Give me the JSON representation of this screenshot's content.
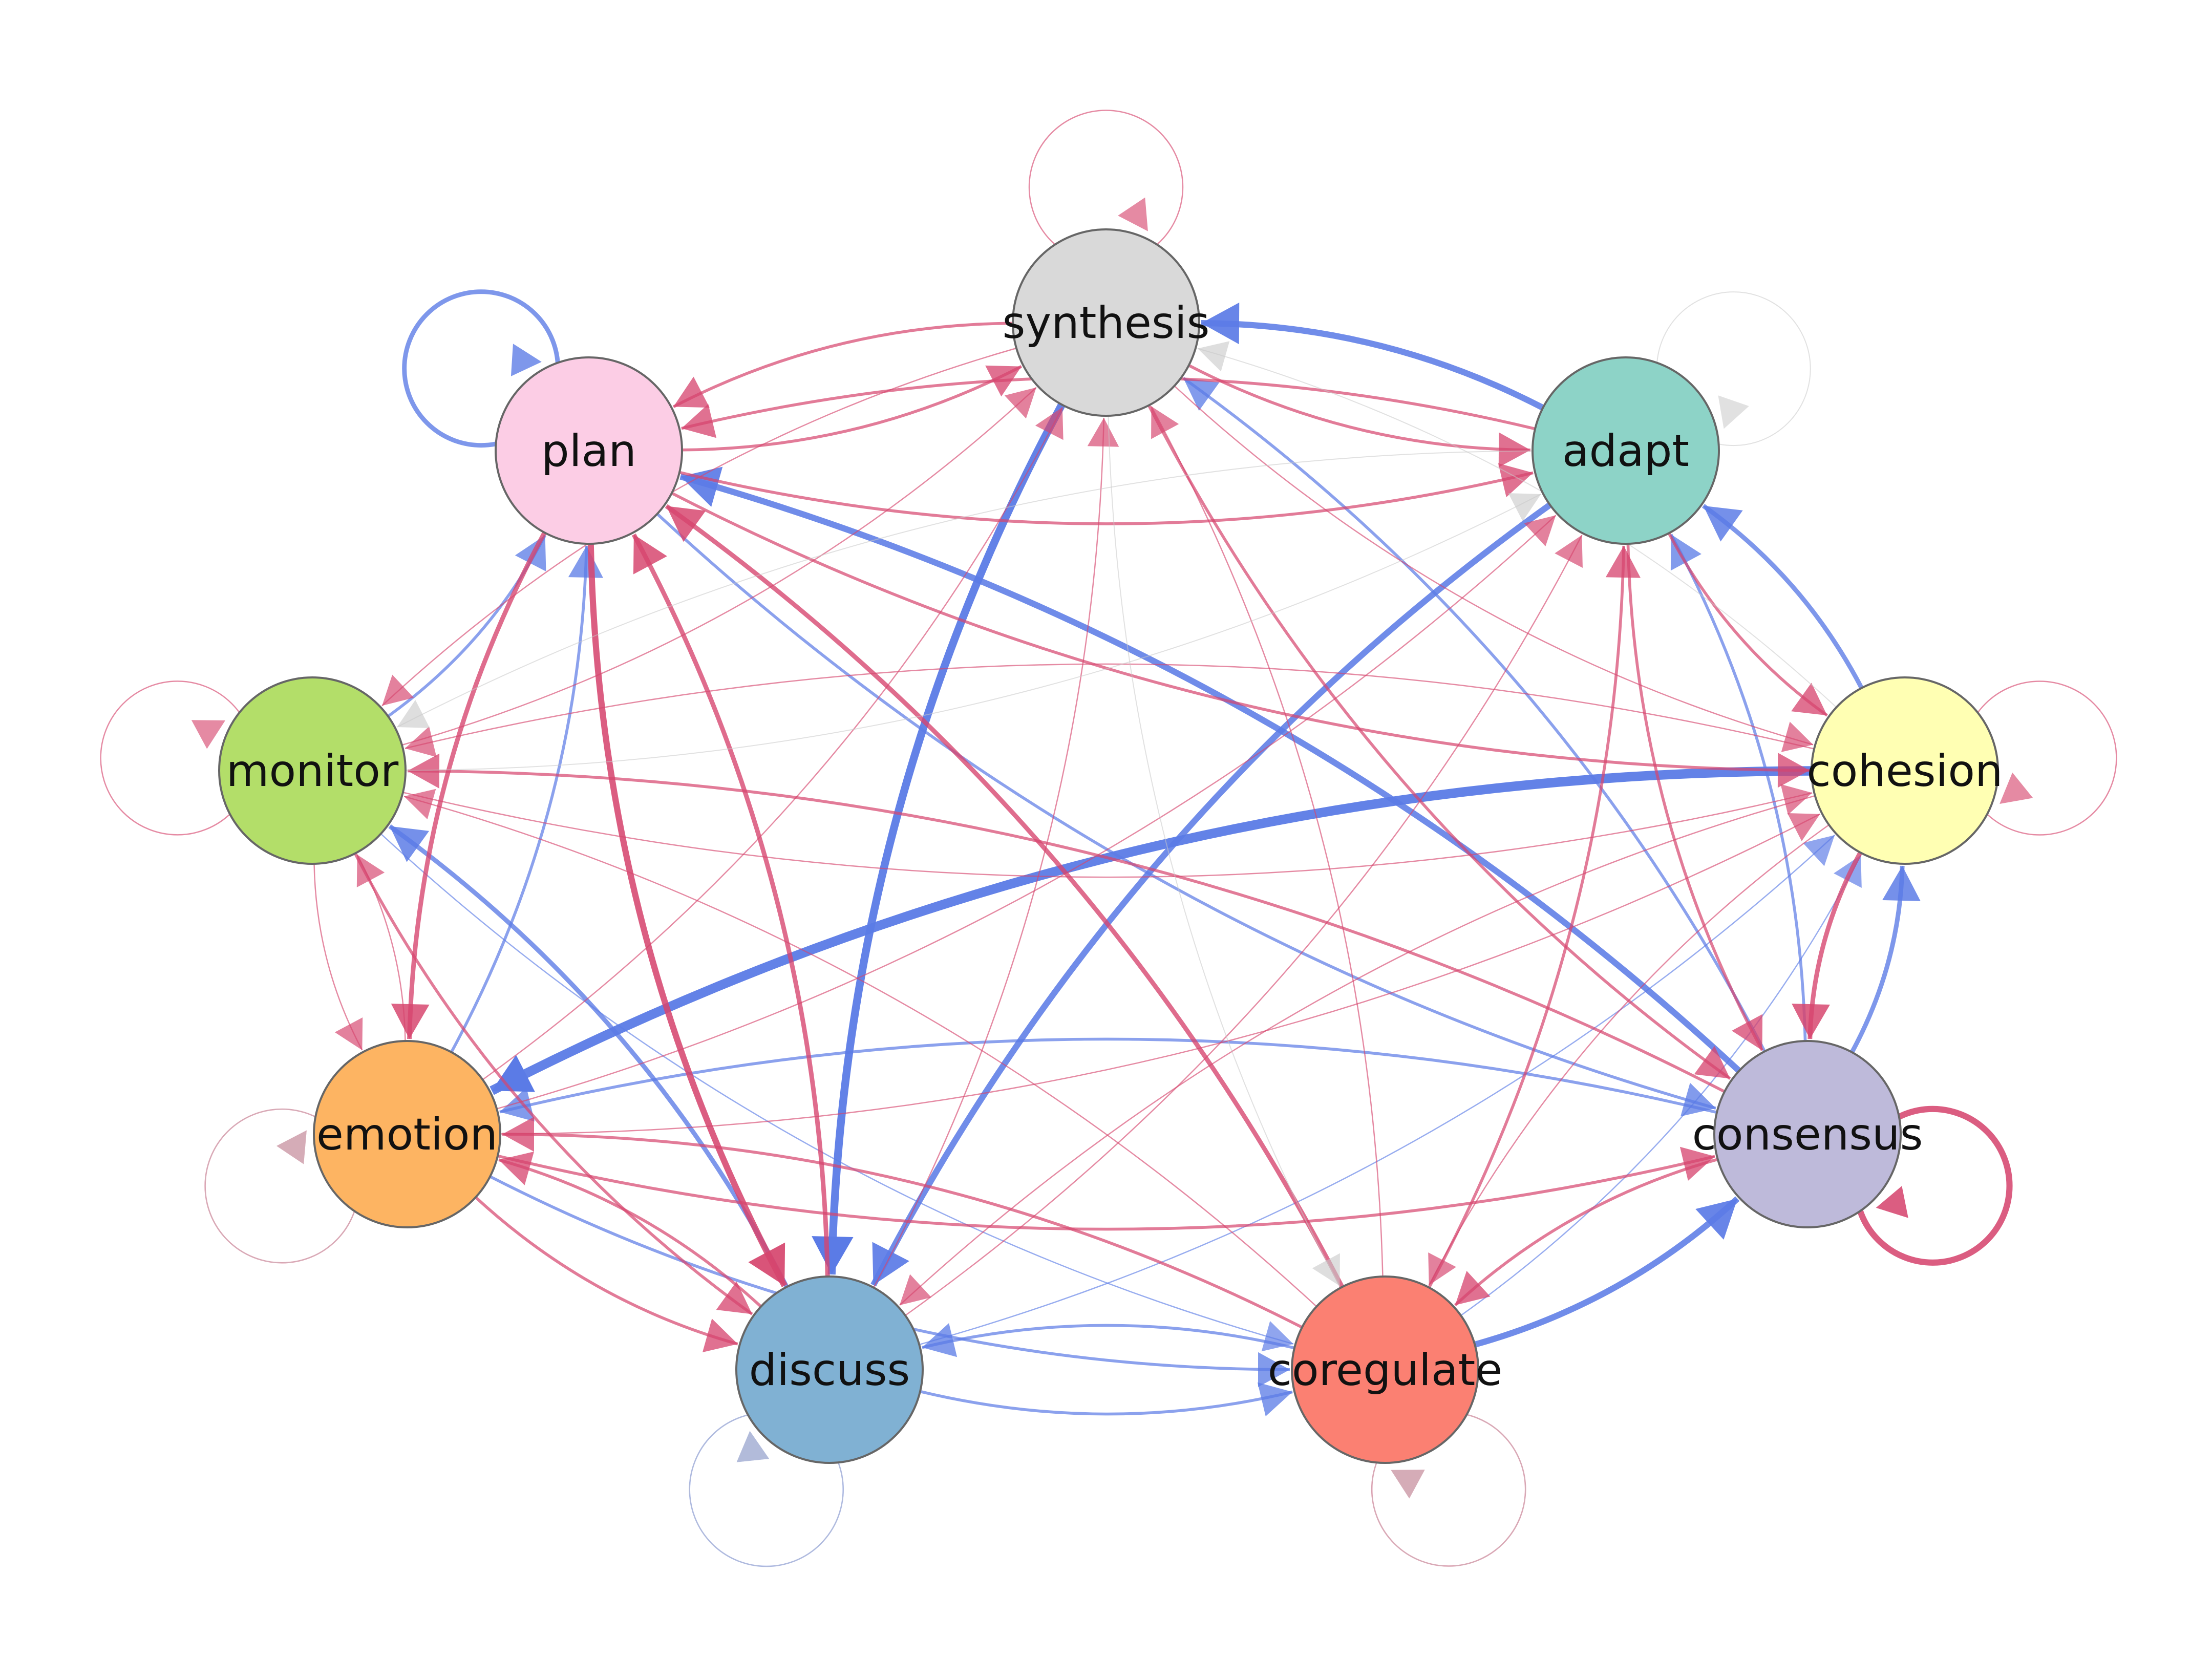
{
  "diagram": {
    "type": "directed-network",
    "colors": {
      "positive_edge": "#d6456e",
      "negative_edge": "#5b7be6",
      "faint_edge": "#c8c8c8",
      "node_stroke": "#666666"
    },
    "nodes": [
      {
        "id": "synthesis",
        "label": "synthesis",
        "color": "#d9d9d9"
      },
      {
        "id": "adapt",
        "label": "adapt",
        "color": "#8dd3c7"
      },
      {
        "id": "cohesion",
        "label": "cohesion",
        "color": "#ffffb3"
      },
      {
        "id": "consensus",
        "label": "consensus",
        "color": "#bebada"
      },
      {
        "id": "coregulate",
        "label": "coregulate",
        "color": "#fb8072"
      },
      {
        "id": "discuss",
        "label": "discuss",
        "color": "#80b1d3"
      },
      {
        "id": "emotion",
        "label": "emotion",
        "color": "#fdb462"
      },
      {
        "id": "monitor",
        "label": "monitor",
        "color": "#b3de69"
      },
      {
        "id": "plan",
        "label": "plan",
        "color": "#fccde5"
      }
    ],
    "edges": [
      {
        "from": "synthesis",
        "to": "synthesis",
        "sign": "positive",
        "weight": 1
      },
      {
        "from": "plan",
        "to": "plan",
        "sign": "negative",
        "weight": 3
      },
      {
        "from": "adapt",
        "to": "adapt",
        "sign": "faint",
        "weight": 1
      },
      {
        "from": "monitor",
        "to": "monitor",
        "sign": "positive",
        "weight": 1
      },
      {
        "from": "cohesion",
        "to": "cohesion",
        "sign": "positive",
        "weight": 1
      },
      {
        "from": "emotion",
        "to": "emotion",
        "sign": "positive",
        "weight": 1
      },
      {
        "from": "consensus",
        "to": "consensus",
        "sign": "positive",
        "weight": 4
      },
      {
        "from": "discuss",
        "to": "discuss",
        "sign": "negative",
        "weight": 1
      },
      {
        "from": "coregulate",
        "to": "coregulate",
        "sign": "positive",
        "weight": 1
      },
      {
        "from": "adapt",
        "to": "synthesis",
        "sign": "negative",
        "weight": 4
      },
      {
        "from": "synthesis",
        "to": "discuss",
        "sign": "negative",
        "weight": 5
      },
      {
        "from": "cohesion",
        "to": "emotion",
        "sign": "negative",
        "weight": 6
      },
      {
        "from": "adapt",
        "to": "discuss",
        "sign": "negative",
        "weight": 4
      },
      {
        "from": "consensus",
        "to": "plan",
        "sign": "negative",
        "weight": 4
      },
      {
        "from": "plan",
        "to": "consensus",
        "sign": "negative",
        "weight": 2
      },
      {
        "from": "discuss",
        "to": "monitor",
        "sign": "negative",
        "weight": 3
      },
      {
        "from": "monitor",
        "to": "plan",
        "sign": "negative",
        "weight": 2
      },
      {
        "from": "emotion",
        "to": "plan",
        "sign": "negative",
        "weight": 2
      },
      {
        "from": "cohesion",
        "to": "adapt",
        "sign": "negative",
        "weight": 3
      },
      {
        "from": "consensus",
        "to": "cohesion",
        "sign": "negative",
        "weight": 3
      },
      {
        "from": "consensus",
        "to": "adapt",
        "sign": "negative",
        "weight": 2
      },
      {
        "from": "coregulate",
        "to": "consensus",
        "sign": "negative",
        "weight": 4
      },
      {
        "from": "consensus",
        "to": "synthesis",
        "sign": "negative",
        "weight": 2
      },
      {
        "from": "coregulate",
        "to": "discuss",
        "sign": "negative",
        "weight": 2
      },
      {
        "from": "discuss",
        "to": "coregulate",
        "sign": "negative",
        "weight": 2
      },
      {
        "from": "consensus",
        "to": "emotion",
        "sign": "negative",
        "weight": 2
      },
      {
        "from": "emotion",
        "to": "coregulate",
        "sign": "negative",
        "weight": 2
      },
      {
        "from": "monitor",
        "to": "coregulate",
        "sign": "negative",
        "weight": 1
      },
      {
        "from": "coregulate",
        "to": "cohesion",
        "sign": "negative",
        "weight": 1
      },
      {
        "from": "discuss",
        "to": "cohesion",
        "sign": "negative",
        "weight": 1
      },
      {
        "from": "discuss",
        "to": "plan",
        "sign": "positive",
        "weight": 3
      },
      {
        "from": "plan",
        "to": "discuss",
        "sign": "positive",
        "weight": 4
      },
      {
        "from": "coregulate",
        "to": "plan",
        "sign": "positive",
        "weight": 3
      },
      {
        "from": "plan",
        "to": "emotion",
        "sign": "positive",
        "weight": 3
      },
      {
        "from": "plan",
        "to": "adapt",
        "sign": "positive",
        "weight": 2
      },
      {
        "from": "adapt",
        "to": "plan",
        "sign": "positive",
        "weight": 2
      },
      {
        "from": "plan",
        "to": "synthesis",
        "sign": "positive",
        "weight": 2
      },
      {
        "from": "synthesis",
        "to": "plan",
        "sign": "positive",
        "weight": 2
      },
      {
        "from": "plan",
        "to": "cohesion",
        "sign": "positive",
        "weight": 2
      },
      {
        "from": "synthesis",
        "to": "adapt",
        "sign": "positive",
        "weight": 2
      },
      {
        "from": "synthesis",
        "to": "consensus",
        "sign": "positive",
        "weight": 2
      },
      {
        "from": "adapt",
        "to": "consensus",
        "sign": "positive",
        "weight": 2
      },
      {
        "from": "adapt",
        "to": "cohesion",
        "sign": "positive",
        "weight": 2
      },
      {
        "from": "cohesion",
        "to": "consensus",
        "sign": "positive",
        "weight": 3
      },
      {
        "from": "consensus",
        "to": "coregulate",
        "sign": "positive",
        "weight": 2
      },
      {
        "from": "consensus",
        "to": "monitor",
        "sign": "positive",
        "weight": 2
      },
      {
        "from": "emotion",
        "to": "consensus",
        "sign": "positive",
        "weight": 2
      },
      {
        "from": "discuss",
        "to": "emotion",
        "sign": "positive",
        "weight": 2
      },
      {
        "from": "coregulate",
        "to": "emotion",
        "sign": "positive",
        "weight": 2
      },
      {
        "from": "emotion",
        "to": "discuss",
        "sign": "positive",
        "weight": 2
      },
      {
        "from": "monitor",
        "to": "discuss",
        "sign": "positive",
        "weight": 2
      },
      {
        "from": "coregulate",
        "to": "adapt",
        "sign": "positive",
        "weight": 2
      },
      {
        "from": "discuss",
        "to": "synthesis",
        "sign": "positive",
        "weight": 1
      },
      {
        "from": "emotion",
        "to": "synthesis",
        "sign": "positive",
        "weight": 1
      },
      {
        "from": "emotion",
        "to": "adapt",
        "sign": "positive",
        "weight": 1
      },
      {
        "from": "emotion",
        "to": "cohesion",
        "sign": "positive",
        "weight": 1
      },
      {
        "from": "discuss",
        "to": "adapt",
        "sign": "positive",
        "weight": 1
      },
      {
        "from": "monitor",
        "to": "synthesis",
        "sign": "positive",
        "weight": 1
      },
      {
        "from": "cohesion",
        "to": "discuss",
        "sign": "positive",
        "weight": 1
      },
      {
        "from": "coregulate",
        "to": "synthesis",
        "sign": "positive",
        "weight": 1
      },
      {
        "from": "monitor",
        "to": "cohesion",
        "sign": "positive",
        "weight": 1
      },
      {
        "from": "cohesion",
        "to": "coregulate",
        "sign": "positive",
        "weight": 1
      },
      {
        "from": "synthesis",
        "to": "cohesion",
        "sign": "positive",
        "weight": 1
      },
      {
        "from": "synthesis",
        "to": "monitor",
        "sign": "positive",
        "weight": 1
      },
      {
        "from": "monitor",
        "to": "emotion",
        "sign": "positive",
        "weight": 1
      },
      {
        "from": "emotion",
        "to": "monitor",
        "sign": "positive",
        "weight": 1
      },
      {
        "from": "cohesion",
        "to": "monitor",
        "sign": "positive",
        "weight": 1
      },
      {
        "from": "coregulate",
        "to": "monitor",
        "sign": "positive",
        "weight": 1
      },
      {
        "from": "adapt",
        "to": "monitor",
        "sign": "faint",
        "weight": 1
      },
      {
        "from": "monitor",
        "to": "adapt",
        "sign": "faint",
        "weight": 1
      },
      {
        "from": "synthesis",
        "to": "coregulate",
        "sign": "faint",
        "weight": 1
      },
      {
        "from": "coregulate",
        "to": "coregulate",
        "sign": "faint",
        "weight": 1
      },
      {
        "from": "discuss",
        "to": "discuss",
        "sign": "faint",
        "weight": 1
      },
      {
        "from": "cohesion",
        "to": "synthesis",
        "sign": "faint",
        "weight": 1
      },
      {
        "from": "emotion",
        "to": "emotion",
        "sign": "faint",
        "weight": 1
      }
    ]
  }
}
